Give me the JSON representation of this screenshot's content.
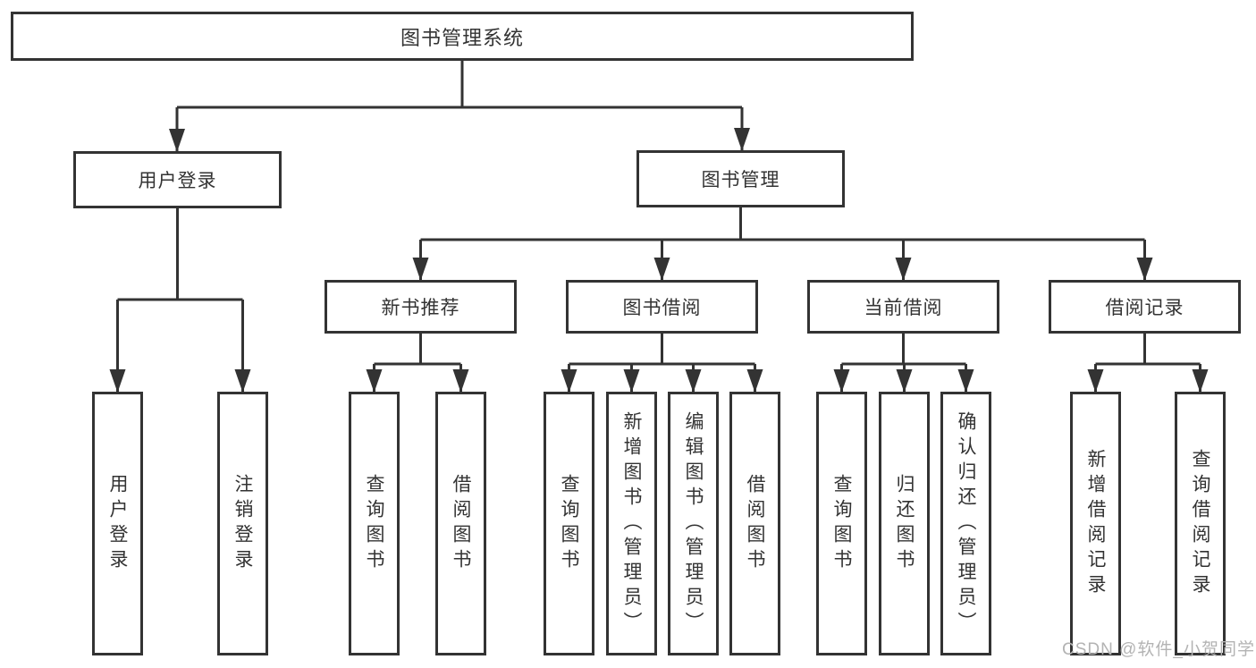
{
  "page": {
    "watermark": "CSDN @软件_小贺同学"
  },
  "colors": {
    "line": "#333333",
    "text": "#333333",
    "box_fill": "#ffffff",
    "background": "#ffffff",
    "watermark": "#b3b3b3"
  },
  "tree": {
    "label": "图书管理系统",
    "children": [
      {
        "label": "用户登录",
        "children": [
          {
            "label": "用户登录"
          },
          {
            "label": "注销登录"
          }
        ]
      },
      {
        "label": "图书管理",
        "children": [
          {
            "label": "新书推荐",
            "children": [
              {
                "label": "查询图书"
              },
              {
                "label": "借阅图书"
              }
            ]
          },
          {
            "label": "图书借阅",
            "children": [
              {
                "label": "查询图书"
              },
              {
                "label": "新增图书（管理员）"
              },
              {
                "label": "编辑图书（管理员）"
              },
              {
                "label": "借阅图书"
              }
            ]
          },
          {
            "label": "当前借阅",
            "children": [
              {
                "label": "查询图书"
              },
              {
                "label": "归还图书"
              },
              {
                "label": "确认归还（管理员）"
              }
            ]
          },
          {
            "label": "借阅记录",
            "children": [
              {
                "label": "新增借阅记录"
              },
              {
                "label": "查询借阅记录"
              }
            ]
          }
        ]
      }
    ]
  }
}
